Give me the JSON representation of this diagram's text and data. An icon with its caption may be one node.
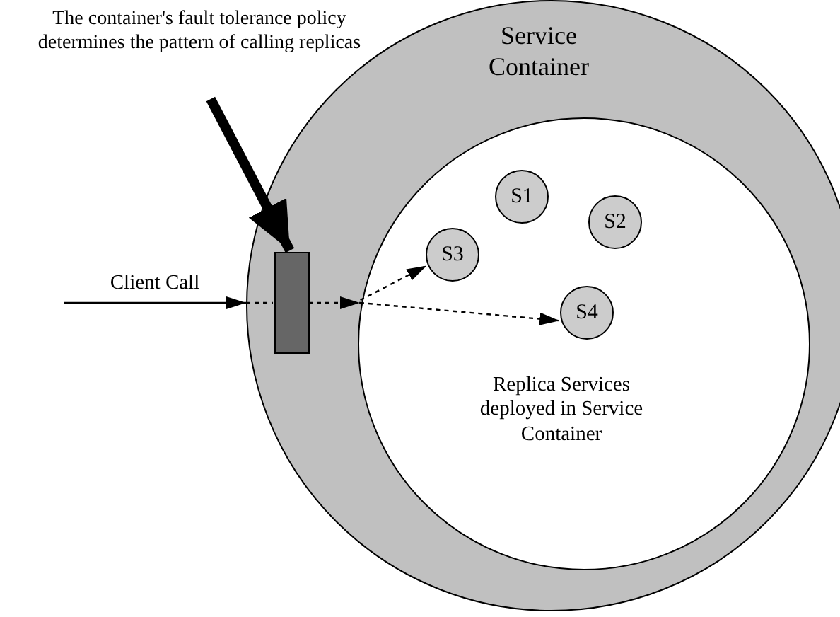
{
  "diagram": {
    "nodes": [
      {
        "text": [
          "Service Container"
        ]
      },
      {
        "text": [
          "Replica Services deployed in Service Container"
        ],
        "in": 0
      },
      {
        "text": [
          "S1"
        ],
        "in": 1
      },
      {
        "text": [
          "S2"
        ],
        "in": 1
      },
      {
        "text": [
          "S3"
        ],
        "in": 1
      },
      {
        "text": [
          "S4"
        ],
        "in": 1
      },
      {
        "text": [],
        "shape": "bar",
        "in": 0
      },
      {
        "text": [
          "The container's fault tolerance policy determines the pattern of calling replicas"
        ]
      }
    ],
    "edges": [
      {
        "from": null,
        "to": 0,
        "arrow": "to",
        "label": "Client Call"
      },
      {
        "from": 0,
        "to": 6,
        "arrow": "none",
        "style": "dashed"
      },
      {
        "from": 6,
        "to": 1,
        "arrow": "to",
        "style": "dashed"
      },
      {
        "from": 1,
        "to": 4,
        "arrow": "to",
        "style": "dashed"
      },
      {
        "from": 1,
        "to": 5,
        "arrow": "to",
        "style": "dashed"
      },
      {
        "from": 7,
        "to": 6,
        "arrow": "to",
        "style": "thick"
      }
    ]
  }
}
